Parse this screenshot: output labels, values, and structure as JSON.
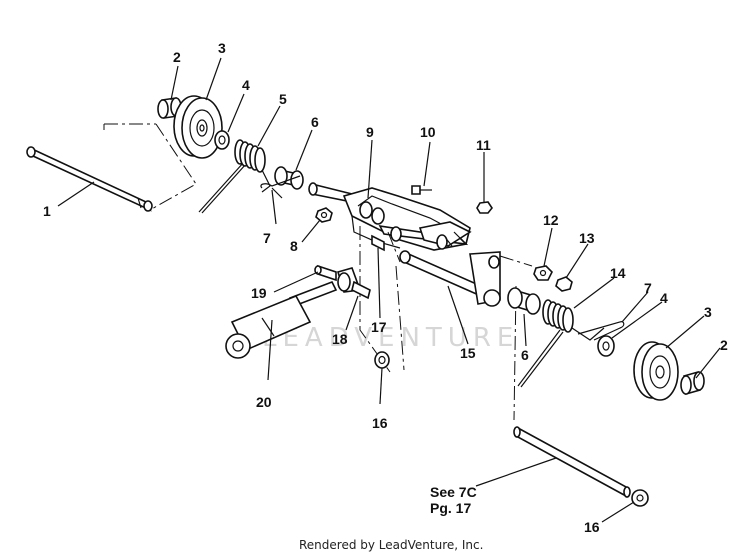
{
  "callouts": [
    "1",
    "2",
    "3",
    "4",
    "5",
    "6",
    "7",
    "8",
    "9",
    "10",
    "11",
    "2",
    "3",
    "4",
    "6",
    "7",
    "12",
    "13",
    "14",
    "15",
    "16",
    "16",
    "17",
    "18",
    "19",
    "20"
  ],
  "note": {
    "line1": "See 7C",
    "line2": "Pg. 17"
  },
  "watermark": "LEADVENTURE",
  "credit": "Rendered by LeadVenture, Inc."
}
